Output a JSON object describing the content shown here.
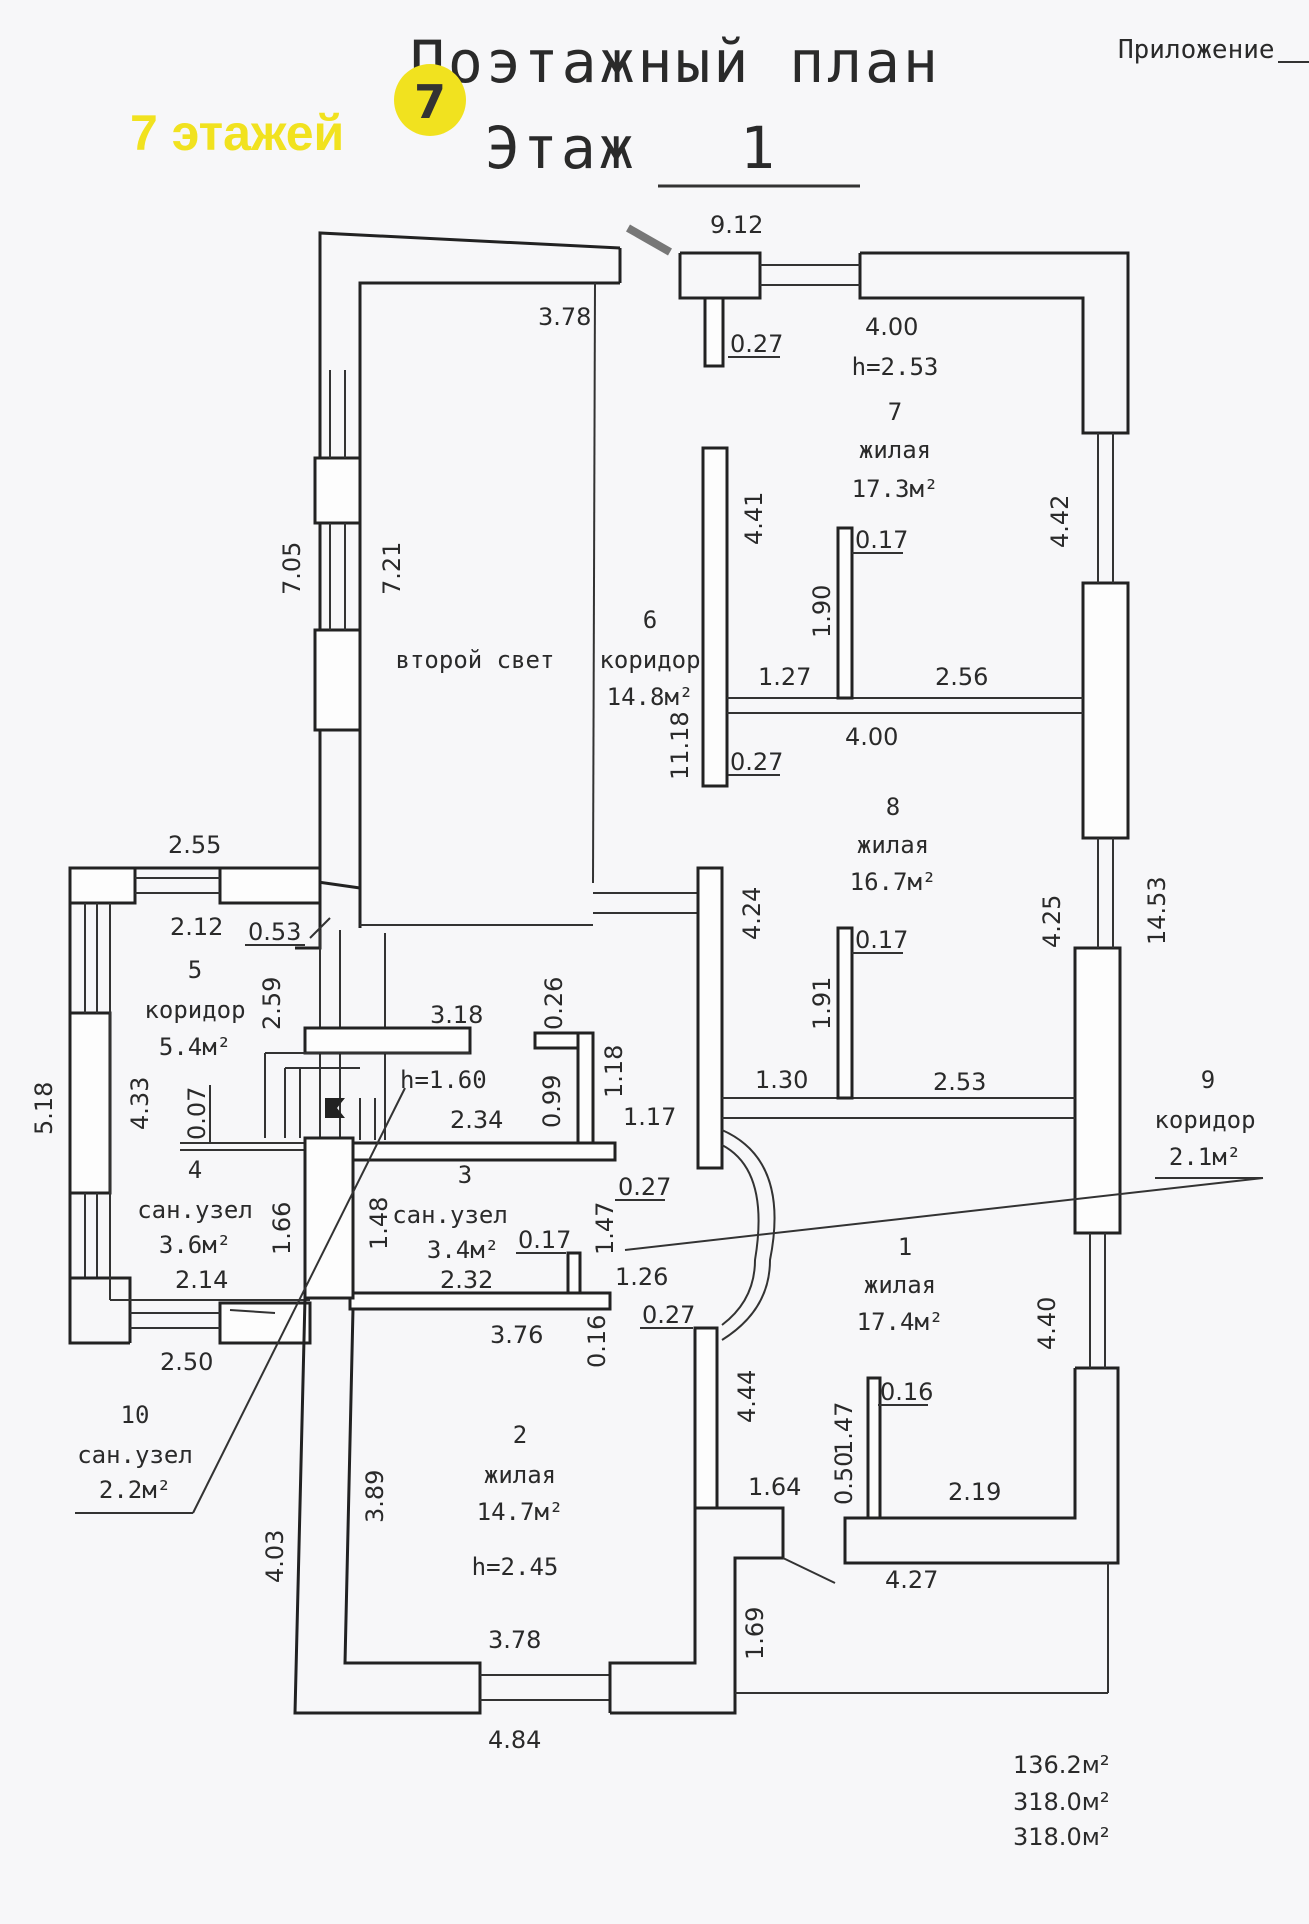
{
  "header": {
    "title": "Поэтажный план",
    "floor_label": "Этаж",
    "floor_number": "1",
    "appendix": "Приложение"
  },
  "watermark": {
    "text": "7 этажей",
    "logo_glyph": "7",
    "color": "#f1e21f"
  },
  "rooms": [
    {
      "number": "1",
      "type": "жилая",
      "area": "17.4м²"
    },
    {
      "number": "2",
      "type": "жилая",
      "area": "14.7м²",
      "height": "h=2.45"
    },
    {
      "number": "3",
      "type": "сан.узел",
      "area": "3.4м²",
      "height": "h=1.60"
    },
    {
      "number": "4",
      "type": "сан.узел",
      "area": "3.6м²"
    },
    {
      "number": "5",
      "type": "коридор",
      "area": "5.4м²"
    },
    {
      "number": "6",
      "type": "коридор",
      "area": "14.8м²"
    },
    {
      "number": "7",
      "type": "жилая",
      "area": "17.3м²",
      "height": "h=2.53"
    },
    {
      "number": "8",
      "type": "жилая",
      "area": "16.7м²"
    },
    {
      "number": "9",
      "type": "коридор",
      "area": "2.1м²"
    },
    {
      "number": "10",
      "type": "сан.узел",
      "area": "2.2м²"
    }
  ],
  "second_light": "второй свет",
  "dimensions": {
    "top": "9.12",
    "room7_w": "4.00",
    "d_027a": "0.27",
    "d_378a": "3.78",
    "d_441": "4.41",
    "d_017a": "0.17",
    "d_442": "4.42",
    "d_705": "7.05",
    "d_721": "7.21",
    "d_190": "1.90",
    "d_127": "1.27",
    "d_256": "2.56",
    "d_400b": "4.00",
    "d_1118": "11.18",
    "d_027b": "0.27",
    "d_255": "2.55",
    "d_424": "4.24",
    "d_1453": "14.53",
    "d_212": "2.12",
    "d_053": "0.53",
    "d_259": "2.59",
    "d_017b": "0.17",
    "d_425": "4.25",
    "d_318": "3.18",
    "d_026": "0.26",
    "d_191": "1.91",
    "d_518": "5.18",
    "d_433": "4.33",
    "d_007": "0.07",
    "d_099": "0.99",
    "d_118": "1.18",
    "d_130": "1.30",
    "d_253": "2.53",
    "d_234": "2.34",
    "d_117": "1.17",
    "d_027c": "0.27",
    "d_166": "1.66",
    "d_148": "1.48",
    "d_017c": "0.17",
    "d_147a": "1.47",
    "d_214": "2.14",
    "d_232": "2.32",
    "d_126": "1.26",
    "d_027d": "0.27",
    "d_250": "2.50",
    "d_376": "3.76",
    "d_016a": "0.16",
    "d_444": "4.44",
    "d_440": "4.40",
    "d_016b": "0.16",
    "d_147b": "1.47",
    "d_050": "0.50",
    "d_164": "1.64",
    "d_219": "2.19",
    "d_389": "3.89",
    "d_403": "4.03",
    "d_427": "4.27",
    "d_169": "1.69",
    "d_378b": "3.78",
    "d_484": "4.84"
  },
  "totals": [
    "136.2м²",
    "318.0м²",
    "318.0м²"
  ]
}
